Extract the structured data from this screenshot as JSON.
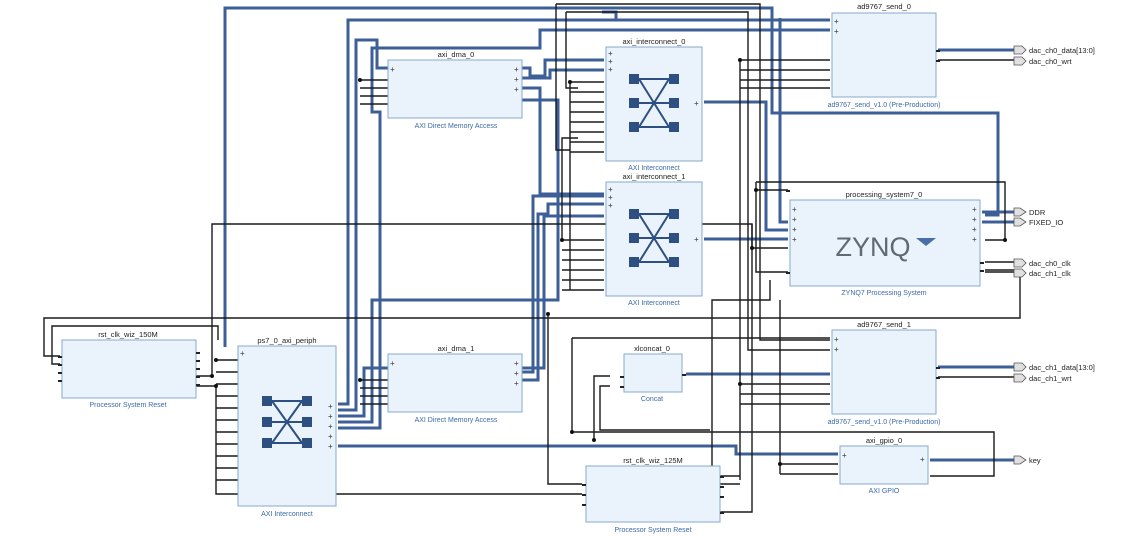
{
  "blocks": {
    "rst_clk_wiz_150M": {
      "title": "rst_clk_wiz_150M",
      "subtitle": "Processor System Reset"
    },
    "ps7_0_axi_periph": {
      "title": "ps7_0_axi_periph",
      "subtitle": "AXI Interconnect"
    },
    "axi_dma_0": {
      "title": "axi_dma_0",
      "subtitle": "AXI Direct Memory Access"
    },
    "axi_dma_1": {
      "title": "axi_dma_1",
      "subtitle": "AXI Direct Memory Access"
    },
    "axi_interconnect_0": {
      "title": "axi_interconnect_0",
      "subtitle": "AXI Interconnect"
    },
    "axi_interconnect_1": {
      "title": "axi_interconnect_1",
      "subtitle": "AXI Interconnect"
    },
    "xlconcat_0": {
      "title": "xlconcat_0",
      "subtitle": "Concat"
    },
    "rst_clk_wiz_125M": {
      "title": "rst_clk_wiz_125M",
      "subtitle": "Processor System Reset"
    },
    "ad9767_send_0": {
      "title": "ad9767_send_0",
      "subtitle": "ad9767_send_v1.0 (Pre-Production)"
    },
    "processing_system7_0": {
      "title": "processing_system7_0",
      "subtitle": "ZYNQ7 Processing System",
      "logo": "ZYNQ"
    },
    "ad9767_send_1": {
      "title": "ad9767_send_1",
      "subtitle": "ad9767_send_v1.0 (Pre-Production)"
    },
    "axi_gpio_0": {
      "title": "axi_gpio_0",
      "subtitle": "AXI GPIO"
    }
  },
  "ports": {
    "dac_ch0_data": "dac_ch0_data[13:0]",
    "dac_ch0_wrt": "dac_ch0_wrt",
    "ddr": "DDR",
    "fixed_io": "FIXED_IO",
    "dac_ch0_clk": "dac_ch0_clk",
    "dac_ch1_clk": "dac_ch1_clk",
    "dac_ch1_data": "dac_ch1_data[13:0]",
    "dac_ch1_wrt": "dac_ch1_wrt",
    "key": "key"
  },
  "colors": {
    "bus": "#3b5f96",
    "block_fill": "#eaf2fb",
    "block_border": "#86a9cc",
    "subtitle": "#3b6aa6"
  }
}
